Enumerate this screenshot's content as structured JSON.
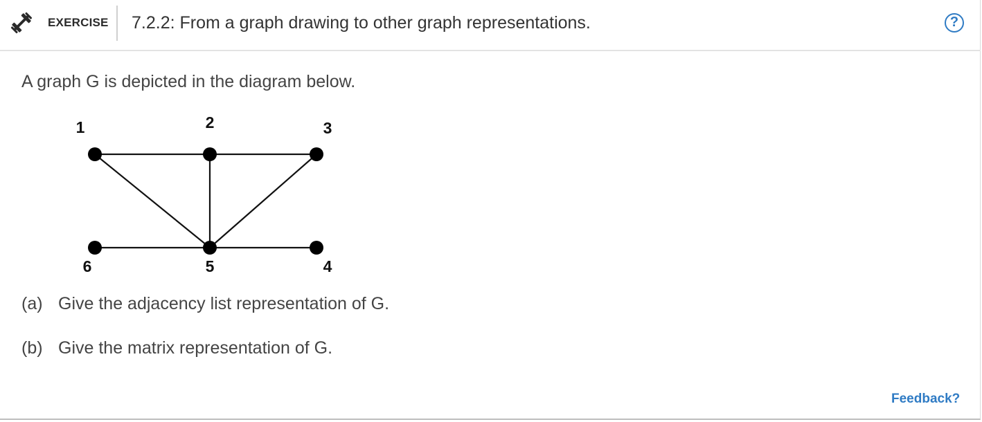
{
  "header": {
    "exercise_icon": "dumbbell-icon",
    "exercise_label": "EXERCISE",
    "title": "7.2.2: From a graph drawing to other graph representations.",
    "help_icon": "question-circle-icon",
    "help_glyph": "?"
  },
  "body": {
    "intro": "A graph G is depicted in the diagram below.",
    "graph": {
      "nodes": [
        {
          "id": "1",
          "label": "1"
        },
        {
          "id": "2",
          "label": "2"
        },
        {
          "id": "3",
          "label": "3"
        },
        {
          "id": "4",
          "label": "4"
        },
        {
          "id": "5",
          "label": "5"
        },
        {
          "id": "6",
          "label": "6"
        }
      ],
      "edges": [
        [
          "1",
          "2"
        ],
        [
          "2",
          "3"
        ],
        [
          "1",
          "5"
        ],
        [
          "2",
          "5"
        ],
        [
          "3",
          "5"
        ],
        [
          "6",
          "5"
        ],
        [
          "5",
          "4"
        ]
      ]
    },
    "parts": [
      {
        "marker": "(a)",
        "text": "Give the adjacency list representation of G."
      },
      {
        "marker": "(b)",
        "text": "Give the matrix representation of G."
      }
    ]
  },
  "footer": {
    "feedback_label": "Feedback?"
  },
  "colors": {
    "accent": "#2f7bc4",
    "text": "#444444"
  }
}
